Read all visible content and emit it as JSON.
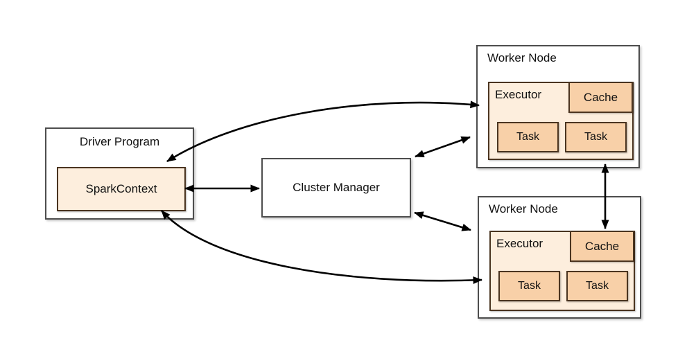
{
  "colors": {
    "background": "#ffffff",
    "outer_box_fill": "#ffffff",
    "outer_box_border": "#4d4d4d",
    "executor_fill": "#fdeedd",
    "cache_task_fill": "#f8d0a8",
    "orange_border": "#4a3420",
    "arrow": "#000000",
    "text": "#111111"
  },
  "driver": {
    "label": "Driver Program",
    "spark_context": "SparkContext"
  },
  "cluster_manager": {
    "label": "Cluster Manager"
  },
  "workers": [
    {
      "label": "Worker Node",
      "executor_label": "Executor",
      "cache_label": "Cache",
      "tasks": [
        "Task",
        "Task"
      ]
    },
    {
      "label": "Worker Node",
      "executor_label": "Executor",
      "cache_label": "Cache",
      "tasks": [
        "Task",
        "Task"
      ]
    }
  ],
  "edges": [
    {
      "from": "SparkContext",
      "to": "Cluster Manager",
      "bidirectional": true,
      "style": "straight"
    },
    {
      "from": "Cluster Manager",
      "to": "Worker Node top",
      "bidirectional": true,
      "style": "straight"
    },
    {
      "from": "Cluster Manager",
      "to": "Worker Node bottom",
      "bidirectional": true,
      "style": "straight"
    },
    {
      "from": "Driver Program",
      "to": "Worker Node top",
      "bidirectional": true,
      "style": "curved"
    },
    {
      "from": "Driver Program",
      "to": "Worker Node bottom",
      "bidirectional": true,
      "style": "curved"
    },
    {
      "from": "Worker Node top",
      "to": "Worker Node bottom",
      "bidirectional": true,
      "style": "straight"
    }
  ]
}
